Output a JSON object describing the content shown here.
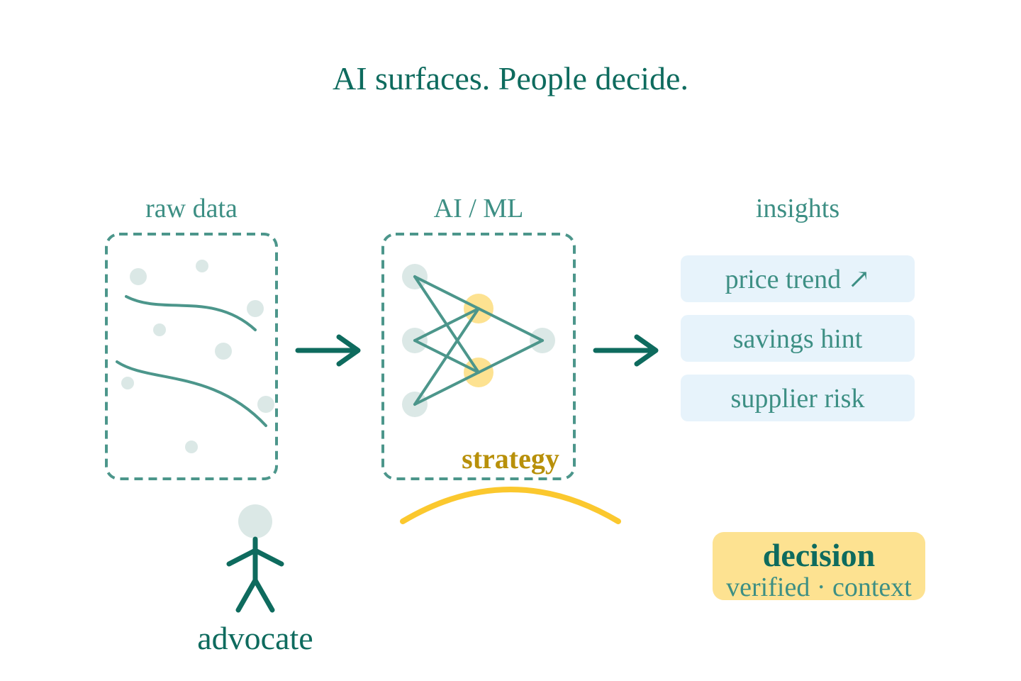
{
  "title": "AI surfaces. People decide.",
  "sections": {
    "raw_data": "raw data",
    "ai_ml": "AI / ML",
    "insights": "insights"
  },
  "insight_cards": [
    "price trend ↗",
    "savings hint",
    "supplier risk"
  ],
  "strategy_label": "strategy",
  "decision": {
    "label": "decision",
    "subtitle": "verified · context"
  },
  "advocate_label": "advocate",
  "colors": {
    "primary": "#0e6b5e",
    "secondary": "#3d8f84",
    "dot": "#dbe8e6",
    "card_bg": "#e7f3fb",
    "accent_yellow": "#fbc82e",
    "highlight_yellow": "#fde291",
    "strategy_text": "#b8900a"
  },
  "icons": [
    "arrow-right-icon",
    "person-icon",
    "neural-network-icon"
  ]
}
